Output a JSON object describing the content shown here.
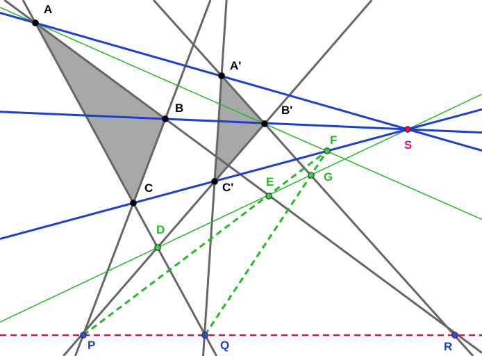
{
  "title": "Desargues configuration",
  "colors": {
    "gray": "#666666",
    "blue": "#1a3fd6",
    "green": "#22bb22",
    "red": "#e0105a",
    "fill": "#a8a8a8",
    "point_black": "#000000",
    "point_green": "#3cd23c",
    "point_blue": "#2a4ff0"
  },
  "points": {
    "A": "A",
    "B": "B",
    "C": "C",
    "A1": "A'",
    "B1": "B'",
    "C1": "C'",
    "S": "S",
    "D": "D",
    "E": "E",
    "F": "F",
    "G": "G",
    "P": "P",
    "Q": "Q",
    "R": "R"
  }
}
